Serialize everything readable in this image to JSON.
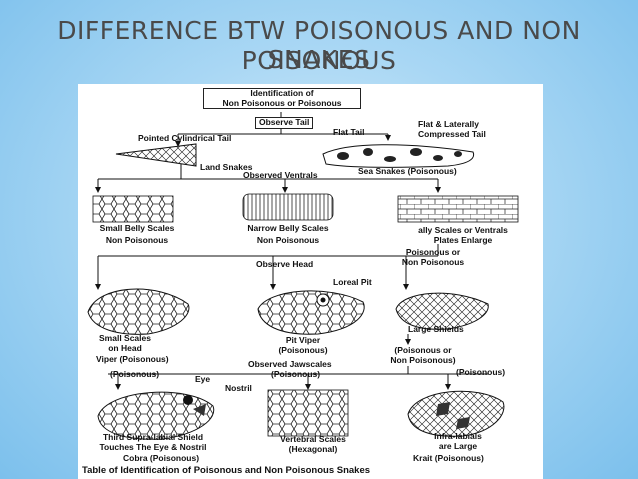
{
  "slide": {
    "title_line1": "DIFFERENCE BTW POISONOUS AND NON POISONOUS",
    "title_line2": "SNAKES"
  },
  "chart": {
    "root_line1": "Identification of",
    "root_line2": "Non Poisonous or Poisonous",
    "observe_tail": "Observe Tail",
    "pointed_tail": "Pointed Cylindrical Tail",
    "flat_tail": "Flat Tail",
    "flat_laterally_line1": "Flat & Laterally",
    "flat_laterally_line2": "Compressed Tail",
    "land_snakes": "Land Snakes",
    "sea_snakes": "Sea Snakes (Poisonous)",
    "observed_ventrals": "Observed Ventrals",
    "small_belly": "Small Belly Scales",
    "non_poisonous_1": "Non Poisonous",
    "narrow_belly": "Narrow Belly Scales",
    "non_poisonous_2": "Non Poisonous",
    "belly_plates_line1": "ally Scales or Ventrals",
    "belly_plates_line2": "Plates Enlarge",
    "poisonous_or_line1": "Poisonous or",
    "poisonous_or_line2": "Non Poisonous",
    "observe_head": "Observe Head",
    "loreal_pit": "Loreal Pit",
    "small_scales_line1": "Small Scales",
    "small_scales_line2": "on Head",
    "viper": "Viper (Poisonous)",
    "pit_viper_line1": "Pit Viper",
    "pit_viper_line2": "(Poisonous)",
    "large_shields": "Large Shields",
    "p_or_np_line1": "(Poisonous or",
    "p_or_np_line2": "Non Poisonous)",
    "observed_jawscales": "Observed Jawscales",
    "poisonous_a": "(Poisonous)",
    "eye": "Eye",
    "nostril": "Nostril",
    "poisonous_b": "(Poisonous)",
    "poisonous_c": "(Poisonous)",
    "third_supra_line1": "Third Supra-labial Shield",
    "third_supra_line2": "Touches The Eye & Nostril",
    "cobra": "Cobra (Poisonous)",
    "vertebral_line1": "Vertebral  Scales",
    "vertebral_line2": "(Hexagonal)",
    "infra_line1": "Infra-labials",
    "infra_line2": "are Large",
    "krait": "Krait (Poisonous)",
    "caption": "Table of Identification of Poisonous and Non Poisonous Snakes"
  }
}
